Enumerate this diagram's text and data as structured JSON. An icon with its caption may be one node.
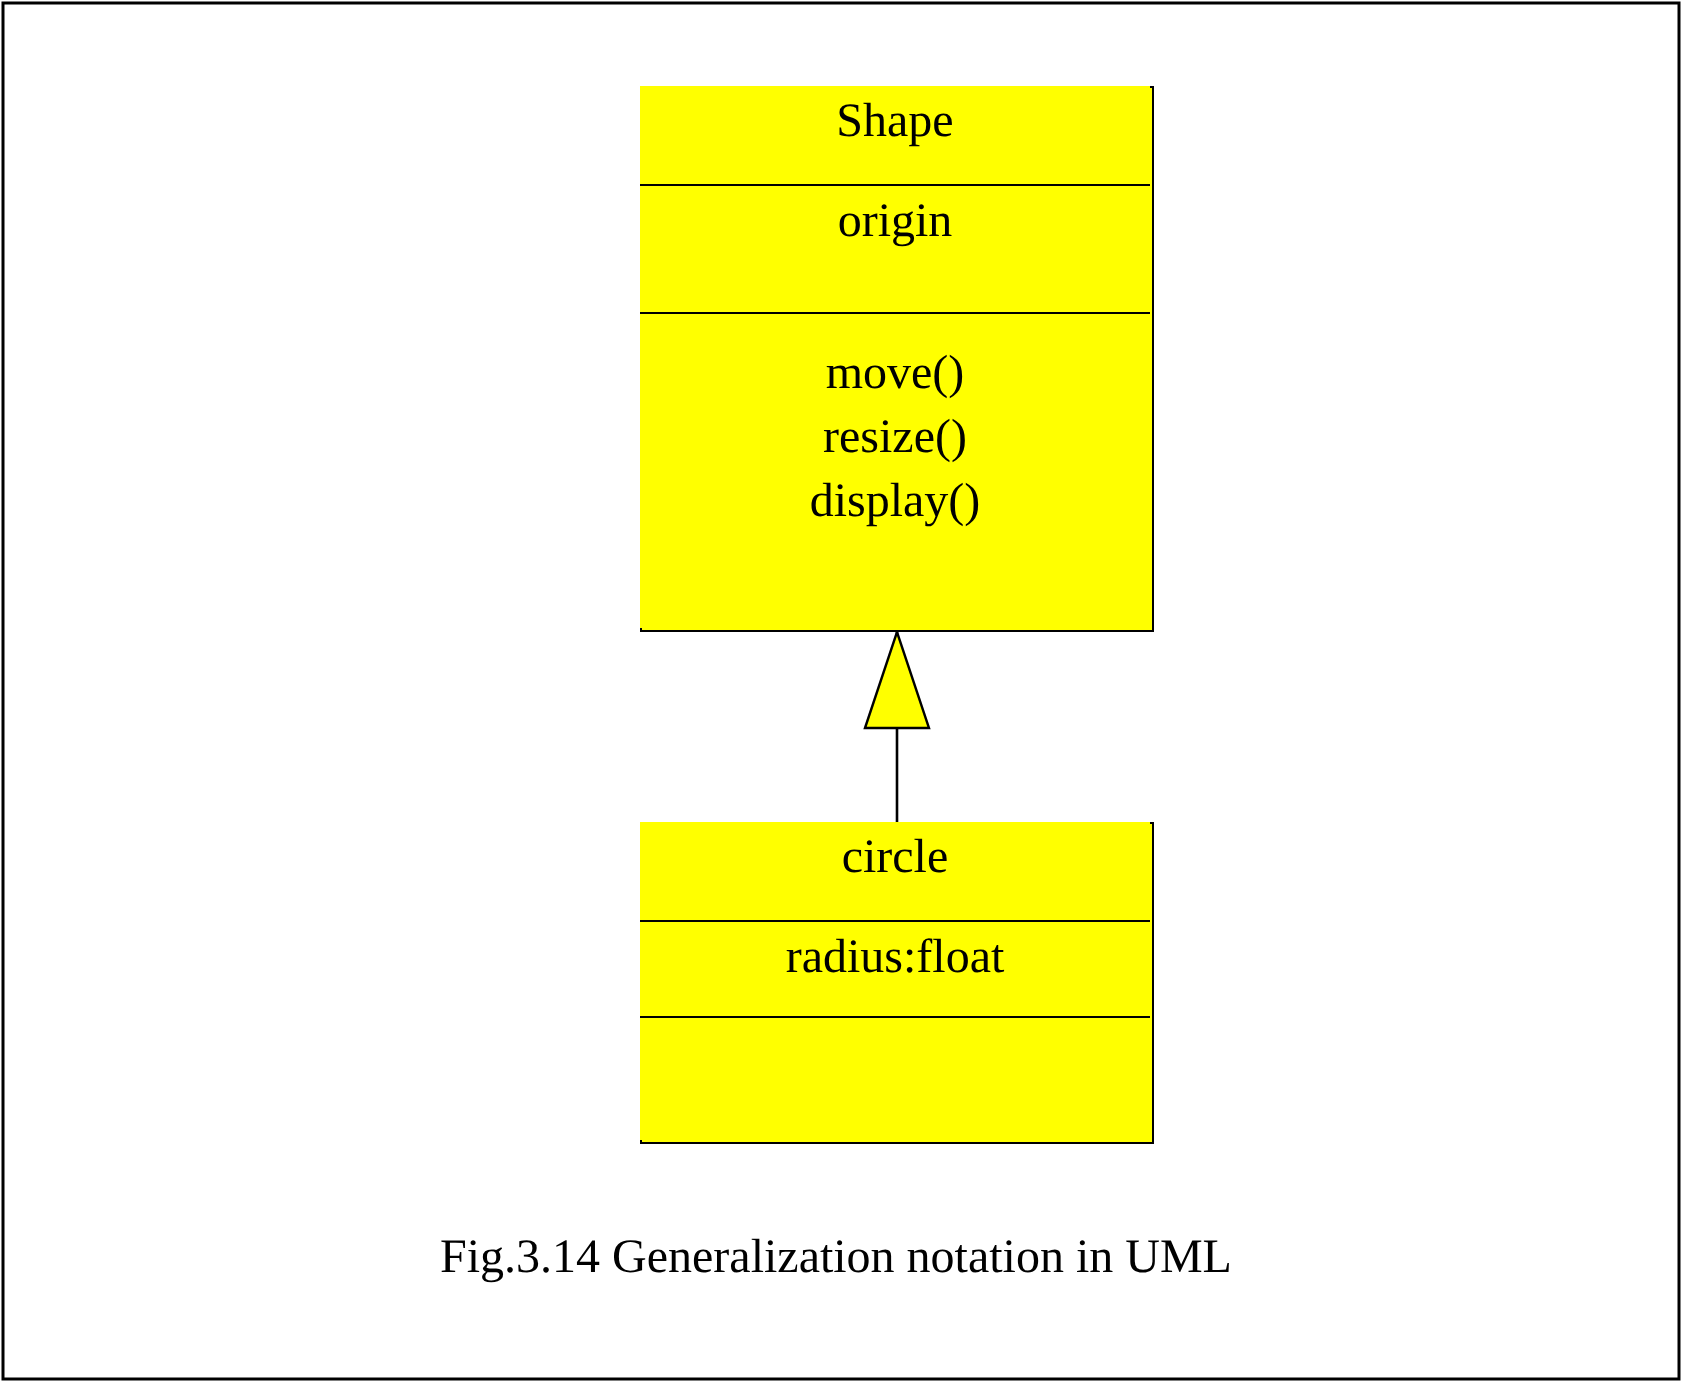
{
  "diagram": {
    "caption": "Fig.3.14 Generalization notation in UML",
    "nodes": [
      {
        "text": [],
        "shape": "box"
      },
      {
        "text": [
          "Shape"
        ],
        "in": 0
      },
      {
        "text": [
          "origin"
        ],
        "in": 0
      },
      {
        "text": [
          "move()",
          "resize()",
          "display()"
        ],
        "in": 0
      },
      {
        "text": [],
        "shape": "box"
      },
      {
        "text": [
          "circle"
        ],
        "in": 4
      },
      {
        "text": [
          "radius:float"
        ],
        "in": 4
      },
      {
        "text": [],
        "shape": "box",
        "in": 4
      }
    ],
    "edges": [
      {
        "from": 4,
        "to": 0,
        "arrow": "to"
      }
    ]
  }
}
